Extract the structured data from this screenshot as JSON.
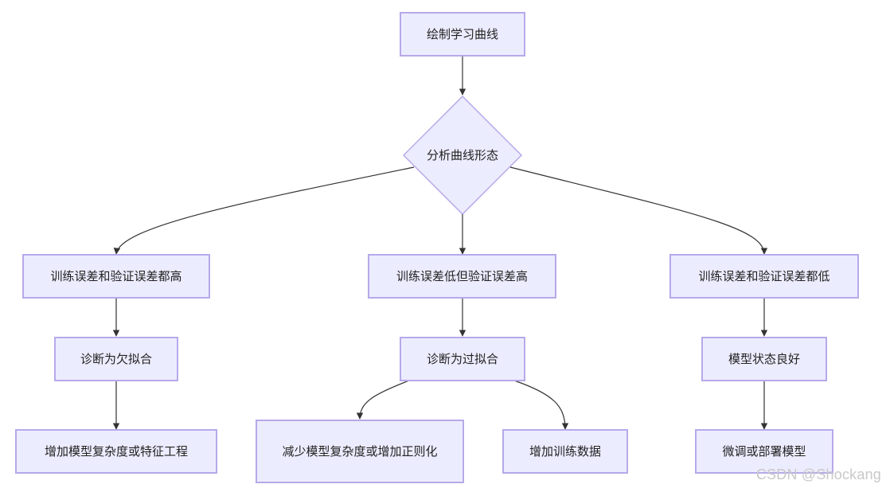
{
  "flowchart": {
    "start": "绘制学习曲线",
    "decision": "分析曲线形态",
    "branch_left": "训练误差和验证误差都高",
    "branch_mid": "训练误差低但验证误差高",
    "branch_right": "训练误差和验证误差都低",
    "diag_left": "诊断为欠拟合",
    "diag_mid": "诊断为过拟合",
    "diag_right": "模型状态良好",
    "action_left": "增加模型复杂度或特征工程",
    "action_mid_1": "减少模型复杂度或增加正则化",
    "action_mid_2": "增加训练数据",
    "action_right": "微调或部署模型"
  },
  "watermark": "CSDN @Shockang",
  "colors": {
    "node_fill": "#ececff",
    "node_border": "#b7a9ea",
    "edge": "#333333"
  }
}
